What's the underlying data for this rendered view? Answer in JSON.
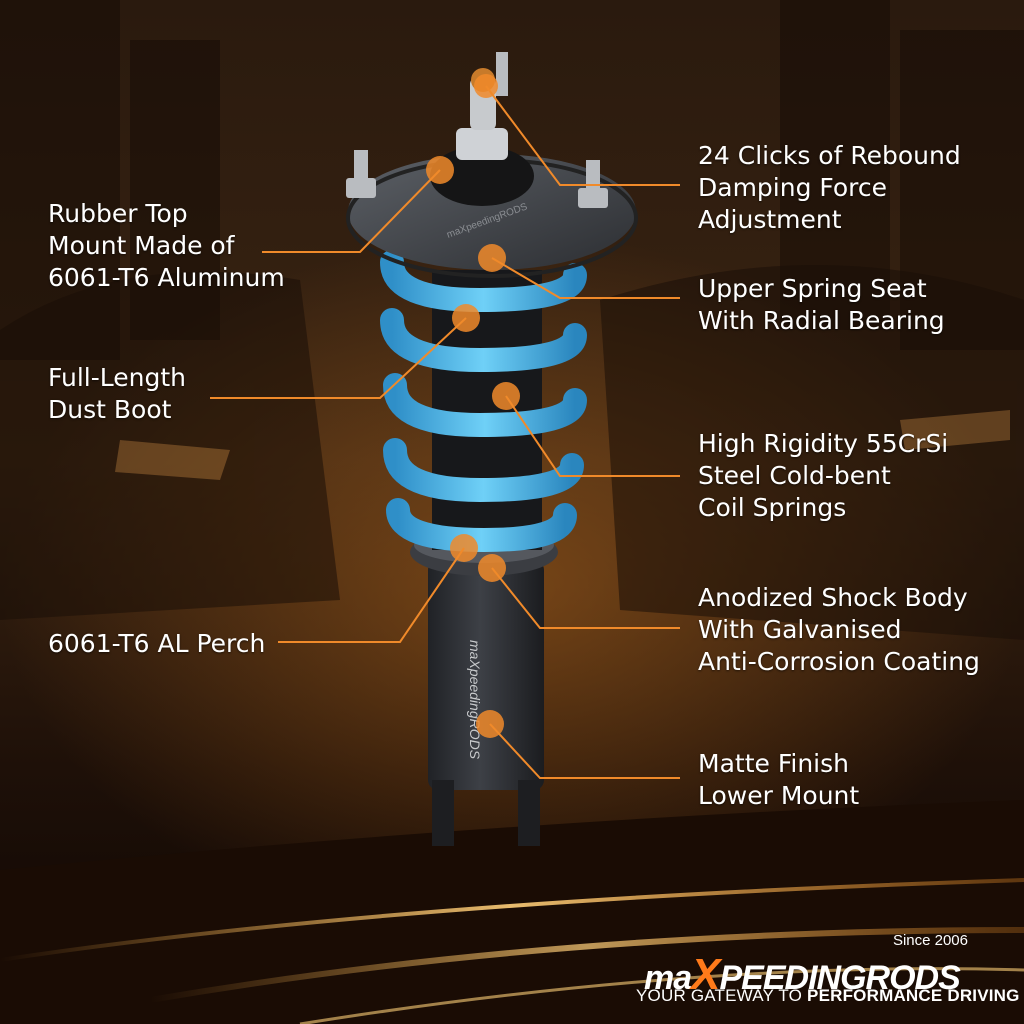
{
  "colors": {
    "accent": "#f08a2a",
    "spring": "#4fb6e8",
    "label_text": "#ffffff"
  },
  "callouts": {
    "top_mount": [
      "Rubber Top",
      "Mount Made of",
      "6061-T6 Aluminum"
    ],
    "dust_boot": [
      "Full-Length",
      "Dust Boot"
    ],
    "perch": [
      "6061-T6 AL Perch"
    ],
    "rebound": [
      "24 Clicks of Rebound",
      "Damping Force",
      "Adjustment"
    ],
    "spring_seat": [
      "Upper Spring Seat",
      "With Radial Bearing"
    ],
    "coil_springs": [
      "High Rigidity 55CrSi",
      "Steel Cold-bent",
      "Coil Springs"
    ],
    "shock_body": [
      "Anodized Shock Body",
      "With Galvanised",
      "Anti-Corrosion Coating"
    ],
    "lower_mount": [
      "Matte Finish",
      "Lower Mount"
    ]
  },
  "brand": {
    "since": "Since 2006",
    "name_prefix": "ma",
    "name_x": "X",
    "name_suffix": "PEEDINGRODS",
    "tagline_normal": "YOUR GATEWAY TO",
    "tagline_bold": "PERFORMANCE DRIVING"
  }
}
